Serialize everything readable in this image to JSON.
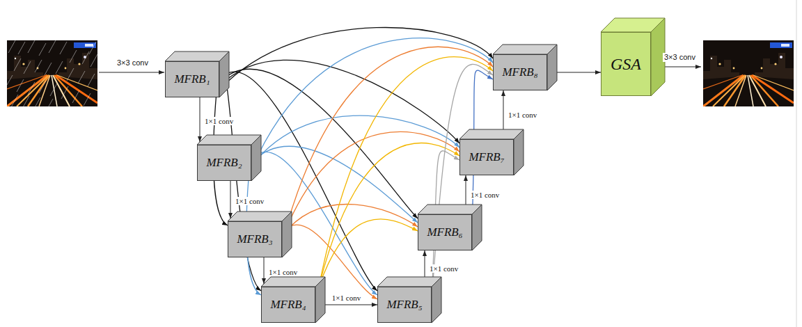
{
  "diagram": {
    "nodes": [
      {
        "text": [
          "MFRB₁"
        ]
      },
      {
        "text": [
          "MFRB₂"
        ]
      },
      {
        "text": [
          "MFRB₃"
        ]
      },
      {
        "text": [
          "MFRB₄"
        ]
      },
      {
        "text": [
          "MFRB₅"
        ]
      },
      {
        "text": [
          "MFRB₆"
        ]
      },
      {
        "text": [
          "MFRB₇"
        ]
      },
      {
        "text": [
          "MFRB₈"
        ]
      },
      {
        "text": [
          "GSA"
        ]
      }
    ],
    "edges": [
      {
        "from": 0,
        "to": 1,
        "arrow": "to",
        "label": "1×1 conv"
      },
      {
        "from": 1,
        "to": 2,
        "arrow": "to",
        "label": "1×1 conv"
      },
      {
        "from": 2,
        "to": 3,
        "arrow": "to",
        "label": "1×1 conv"
      },
      {
        "from": 3,
        "to": 4,
        "arrow": "to",
        "label": "1×1 conv"
      },
      {
        "from": 4,
        "to": 5,
        "arrow": "to",
        "label": "1×1 conv"
      },
      {
        "from": 5,
        "to": 6,
        "arrow": "to",
        "label": "1×1 conv"
      },
      {
        "from": 6,
        "to": 7,
        "arrow": "to",
        "label": "1×1 conv"
      },
      {
        "from": 7,
        "to": 8,
        "arrow": "to"
      },
      {
        "from": 0,
        "to": 2,
        "arrow": "to"
      },
      {
        "from": 0,
        "to": 3,
        "arrow": "to"
      },
      {
        "from": 0,
        "to": 4,
        "arrow": "to"
      },
      {
        "from": 0,
        "to": 5,
        "arrow": "to"
      },
      {
        "from": 0,
        "to": 6,
        "arrow": "to"
      },
      {
        "from": 0,
        "to": 7,
        "arrow": "to"
      },
      {
        "from": 1,
        "to": 3,
        "arrow": "to"
      },
      {
        "from": 1,
        "to": 4,
        "arrow": "to"
      },
      {
        "from": 1,
        "to": 5,
        "arrow": "to"
      },
      {
        "from": 1,
        "to": 6,
        "arrow": "to"
      },
      {
        "from": 1,
        "to": 7,
        "arrow": "to"
      },
      {
        "from": 2,
        "to": 4,
        "arrow": "to"
      },
      {
        "from": 2,
        "to": 5,
        "arrow": "to"
      },
      {
        "from": 2,
        "to": 6,
        "arrow": "to"
      },
      {
        "from": 2,
        "to": 7,
        "arrow": "to"
      },
      {
        "from": 3,
        "to": 5,
        "arrow": "to"
      },
      {
        "from": 3,
        "to": 6,
        "arrow": "to"
      },
      {
        "from": 3,
        "to": 7,
        "arrow": "to"
      },
      {
        "from": 4,
        "to": 6,
        "arrow": "to"
      },
      {
        "from": 4,
        "to": 7,
        "arrow": "to"
      },
      {
        "from": 5,
        "to": 7,
        "arrow": "to"
      }
    ],
    "labels": [
      "3×3 conv",
      "3×3 conv"
    ]
  }
}
